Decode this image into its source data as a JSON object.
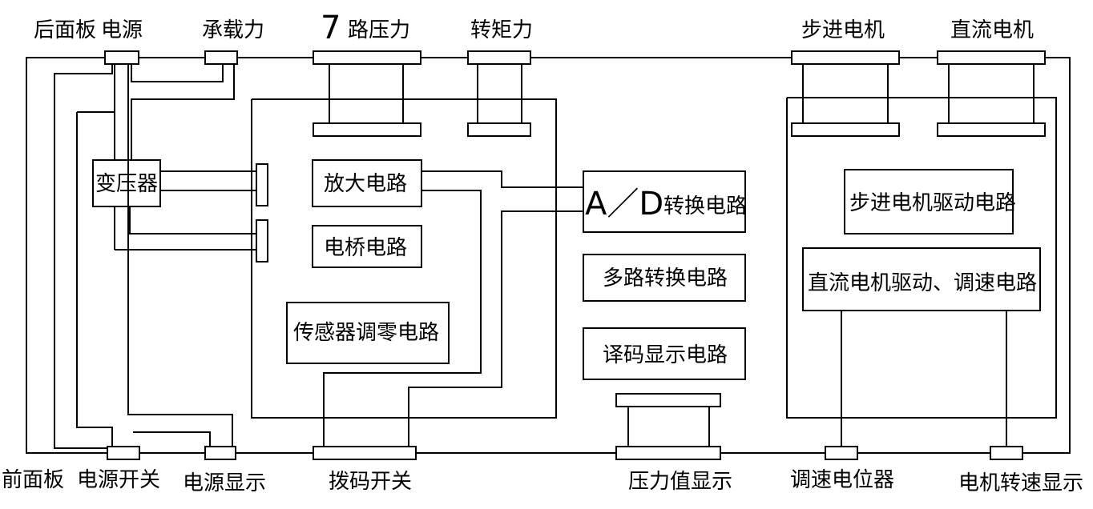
{
  "panels": {
    "back": "后面板",
    "front": "前面板"
  },
  "top_connectors": {
    "power": "电源",
    "load": "承载力",
    "pressure7_digit": "7",
    "pressure7": "路压力",
    "torque": "转矩力",
    "stepper_motor": "步进电机",
    "dc_motor": "直流电机"
  },
  "bottom_connectors": {
    "power_switch": "电源开关",
    "power_display": "电源显示",
    "dip_switch": "拨码开关",
    "pressure_display": "压力值显示",
    "speed_pot": "调速电位器",
    "motor_speed_display": "电机转速显示"
  },
  "blocks": {
    "transformer": "变压器",
    "amplifier": "放大电路",
    "bridge": "电桥电路",
    "sensor_zero": "传感器调零电路",
    "ad_prefix": "A／D",
    "ad_suffix": "转换电路",
    "multiplexer": "多路转换电路",
    "decoder_display": "译码显示电路",
    "stepper_driver": "步进电机驱动电路",
    "dc_driver": "直流电机驱动、调速电路"
  }
}
